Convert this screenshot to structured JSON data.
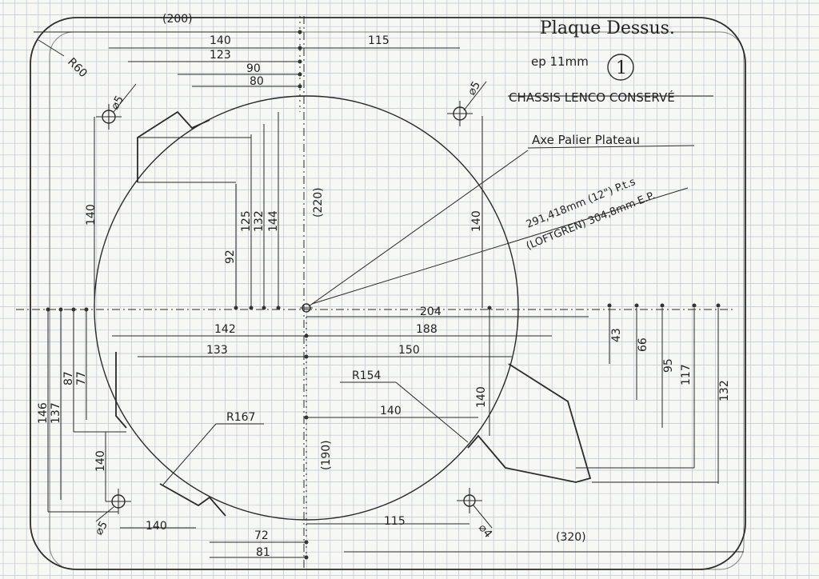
{
  "header": {
    "title": "Plaque Dessus.",
    "thickness": "ep 11mm",
    "sheet_number": "1",
    "subtitle": "CHASSIS LENCO CONSERVÉ"
  },
  "notes": {
    "axis_label": "Axe Palier Plateau",
    "platter_line1": "291,418mm (12\") P.t.s",
    "platter_line2": "(LOFTGREN) 304,8mm E.P."
  },
  "dims": {
    "d200": "(200)",
    "r60": "R60",
    "d140_top": "140",
    "d115_top": "115",
    "d123": "123",
    "d90": "90",
    "d80": "80",
    "phi5_tl": "⌀5",
    "phi5_tr": "⌀5",
    "phi5_bl": "⌀5",
    "phi4_br": "⌀4",
    "d220": "(220)",
    "d140_left": "140",
    "d92": "92",
    "d125": "125",
    "d132_top": "132",
    "d144": "144",
    "d140_right": "140",
    "d204": "204",
    "d188": "188",
    "d142": "142",
    "d133": "133",
    "d150": "150",
    "d43": "43",
    "d66": "66",
    "d95": "95",
    "d117": "117",
    "d132_right": "132",
    "r154": "R154",
    "r167": "R167",
    "d140_mid": "140",
    "d140_lowright": "140",
    "d190": "(190)",
    "d146": "146",
    "d137": "137",
    "d87": "87",
    "d77": "77",
    "d140_lowleft": "140",
    "d140_bottom": "140",
    "d72": "72",
    "d81": "81",
    "d115_bottom": "115",
    "d320": "(320)"
  }
}
